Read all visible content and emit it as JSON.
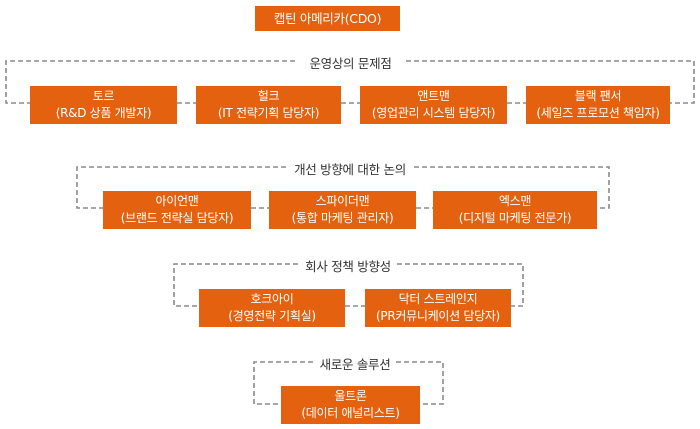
{
  "top": {
    "title": "캡틴 아메리카(CDO)"
  },
  "groups": [
    {
      "label": "운영상의 문제점",
      "members": [
        {
          "name": "토르",
          "role": "(R&D 상품 개발자)"
        },
        {
          "name": "헐크",
          "role": "(IT 전략기획 담당자)"
        },
        {
          "name": "앤트맨",
          "role": "(영업관리 시스템 담당자)"
        },
        {
          "name": "블랙 팬서",
          "role": "(세일즈 프로모션 책임자)"
        }
      ]
    },
    {
      "label": "개선 방향에 대한 논의",
      "members": [
        {
          "name": "아이언맨",
          "role": "(브랜드 전략실 담당자)"
        },
        {
          "name": "스파이더맨",
          "role": "(통합 마케팅 관리자)"
        },
        {
          "name": "엑스맨",
          "role": "(디지털 마케팅 전문가)"
        }
      ]
    },
    {
      "label": "회사 정책 방향성",
      "members": [
        {
          "name": "호크아이",
          "role": "(경영전략 기획실)"
        },
        {
          "name": "닥터 스트레인지",
          "role": "(PR커뮤니케이션 담당자)"
        }
      ]
    },
    {
      "label": "새로운 솔루션",
      "members": [
        {
          "name": "울트론",
          "role": "(데이터 애널리스트)"
        }
      ]
    }
  ],
  "colors": {
    "box": "#e4620f",
    "dash": "#8a8a8a",
    "text": "#333333"
  }
}
